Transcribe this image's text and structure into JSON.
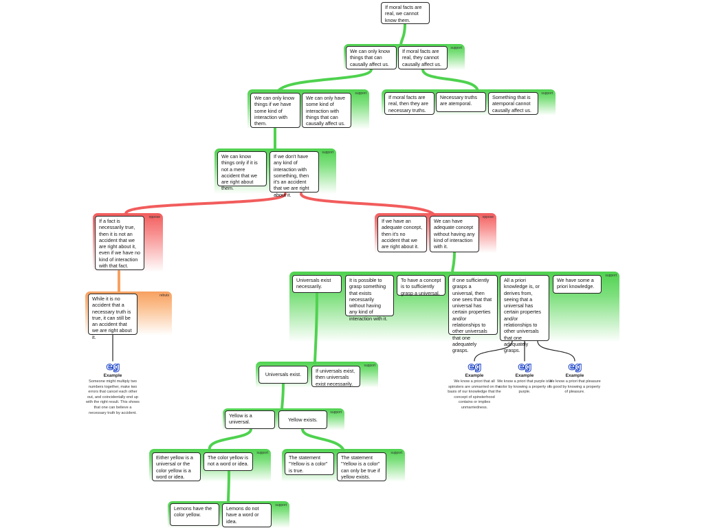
{
  "root": "If moral facts are real, we cannot know them.",
  "tags": {
    "support": "support",
    "oppose": "oppose",
    "rebuts": "rebuts"
  },
  "groupA": [
    "We can only know things that can causally affect us.",
    "If moral facts are real, they cannot causally affect us."
  ],
  "groupB": [
    "We can only know things if we have some kind of interaction with them.",
    "We can only have some kind of interaction with things that can causally affect us."
  ],
  "groupC": [
    "If moral facts are real, then they are necessary truths.",
    "Necessary truths are atemporal.",
    "Something that is atemporal cannot causally affect us."
  ],
  "groupD": [
    "We can know things only if it is not a mere accident that we are right about them.",
    "If we don't have any kind of interaction with something, then it's an accident that we are right about it."
  ],
  "opposeLeft": [
    "If a fact is necessarily true, then it is not an accident that we are right about it, even if we have no kind of interaction with that fact."
  ],
  "opposeRight": [
    "If we have an adequate concept, then it's no accident that we are right about it.",
    "We can have adequate concept without having any kind of interaction with it."
  ],
  "rebut": [
    "While it is no accident that a necessary truth is true, it can still be an accident that we are right about it."
  ],
  "groupE": [
    "Universals exist necessarily.",
    "It is possible to grasp something that exists necessarily without having any kind of interaction with it.",
    "To have a concept is to sufficiently grasp a universal.",
    "If one sufficiently grasps a universal, then one sees that that universal has certain properties and/or relationships to other universals that one adequately grasps.",
    "All a priori knowledge is, or derives from, seeing that a universal has certain propertes and/or relationships to other universals that one adequately grasps.",
    "We have some a priori knowledge."
  ],
  "groupF": [
    "Universals exist.",
    "If universals exist, then universals exist necessarily."
  ],
  "groupG": [
    "Yellow is a universal.",
    "Yellow exists."
  ],
  "groupH": [
    "Either yellow is a universal or the color yellow is a word or idea.",
    "The color yellow is not a word or idea."
  ],
  "groupI": [
    "The statement \"Yellow is a color\" is true.",
    "The statement \"Yellow is a color\" can only be true if yellow exists."
  ],
  "groupJ": [
    "Lemons have the color yellow.",
    "Lemons do not have a word or idea."
  ],
  "examples": [
    {
      "icon": "eg",
      "title": "Example",
      "text": "Someone might multiply two numbers together, make two errors that cancel each other out, and coincidentally end up with the right result. This shows that one can believe a necessary truth by accident."
    },
    {
      "icon": "eg",
      "title": "Example",
      "text": "We know a priori that all spinsters are unmarried on the basis of our knowledge that the concept of spinsterhood contains or implies unmarriedness."
    },
    {
      "icon": "eg",
      "title": "Example",
      "text": "We know a priori that purple is a color by knowing a property of purple."
    },
    {
      "icon": "eg",
      "title": "Example",
      "text": "We know a priori that pleasure is good by knowing a property of pleasure."
    }
  ],
  "colors": {
    "support": "#4fd24f",
    "oppose": "#f25c5c",
    "rebuts": "#f7a060"
  }
}
